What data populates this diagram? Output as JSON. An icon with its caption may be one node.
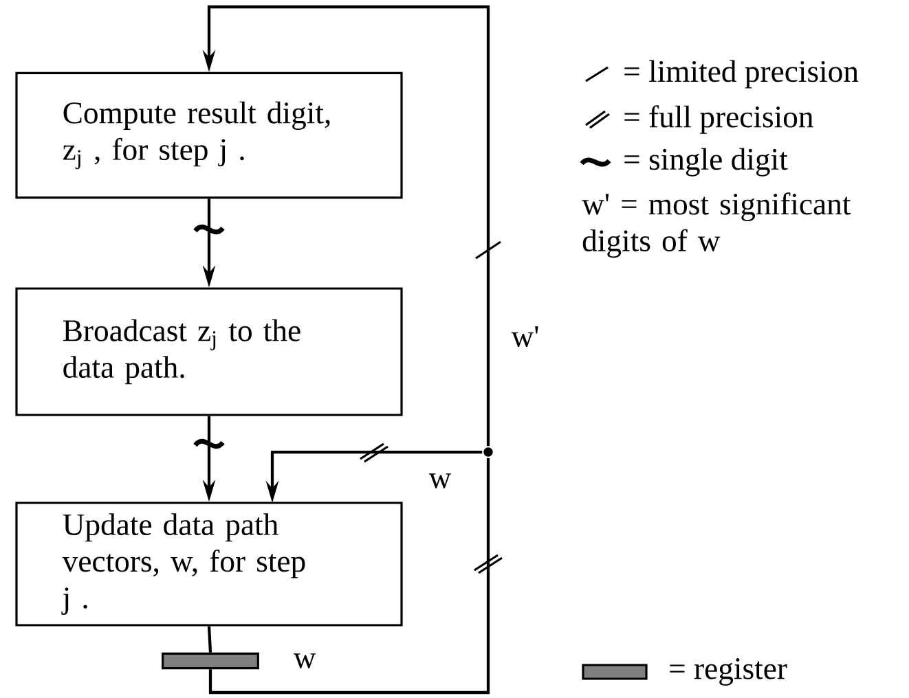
{
  "diagram": {
    "nodes": [
      {
        "text": [
          "Compute result digit, z$_{j}$ , for step j ."
        ]
      },
      {
        "text": [
          "Broadcast z$_{j}$ to the data path."
        ]
      },
      {
        "text": [
          "Update data path vectors, w, for step j ."
        ]
      },
      {
        "text": [],
        "shape": "bar",
        "beside": [
          "w"
        ]
      },
      {
        "text": [],
        "shape": "circle"
      }
    ],
    "edges": [
      {
        "from": 0,
        "to": 1,
        "arrow": "to"
      },
      {
        "from": 1,
        "to": 2,
        "arrow": "to"
      },
      {
        "from": 2,
        "to": 3,
        "arrow": "none"
      },
      {
        "from": 3,
        "to": 4,
        "arrow": "none"
      },
      {
        "from": 4,
        "to": 0,
        "arrow": "to",
        "label": "w'"
      },
      {
        "from": 4,
        "to": 2,
        "arrow": "to",
        "label": "w"
      }
    ],
    "legend": [
      {
        "text": "= limited precision"
      },
      {
        "text": "= full precision"
      },
      {
        "text": "= single digit"
      },
      {
        "text": "w' = most significant digits of w"
      },
      {
        "text": "= register"
      }
    ]
  }
}
